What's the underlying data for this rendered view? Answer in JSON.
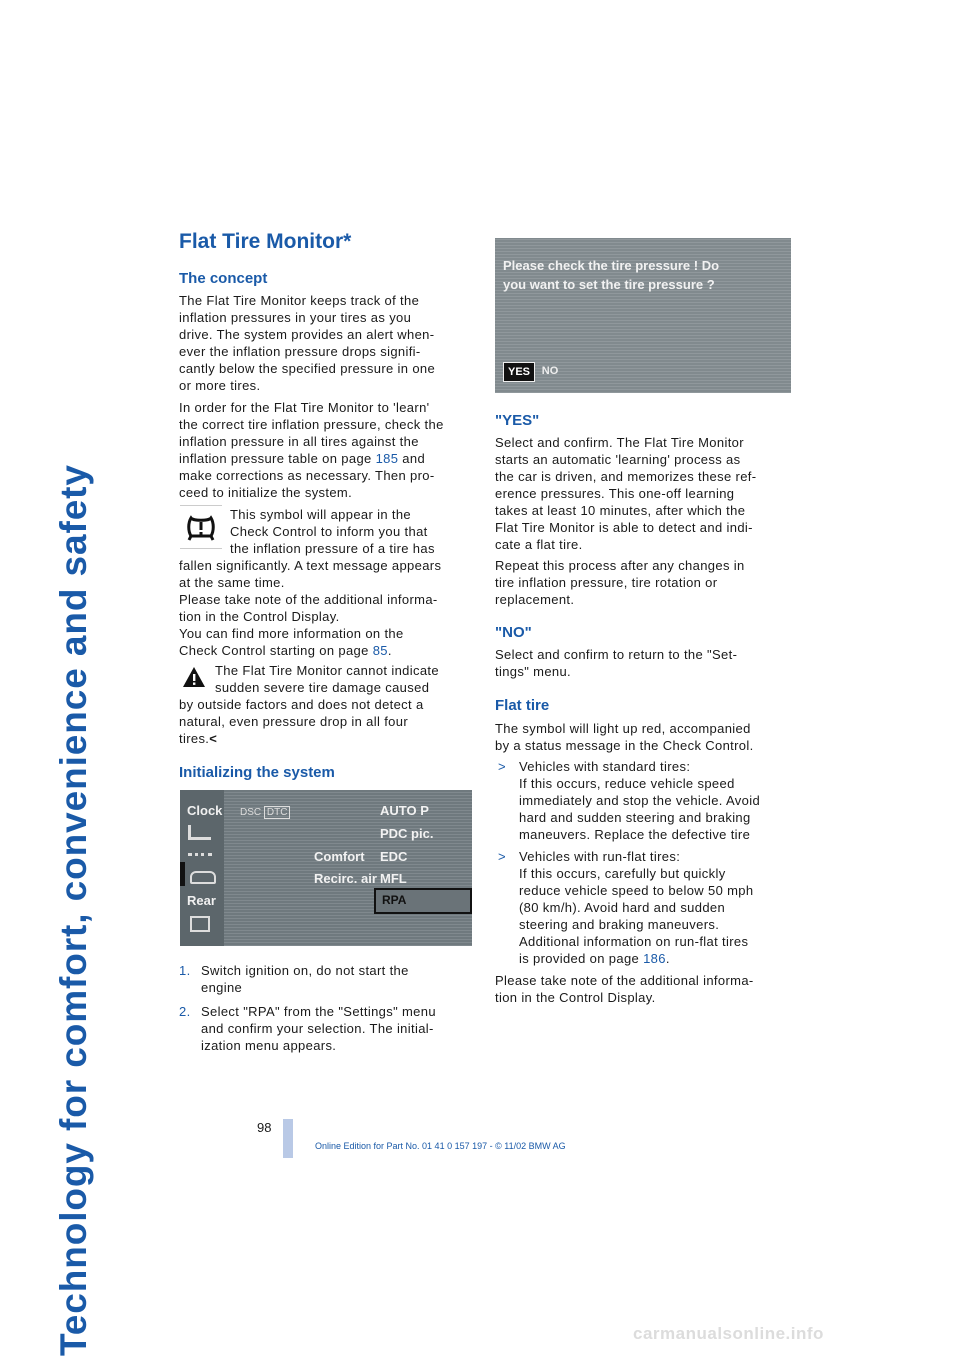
{
  "side_title": "Technology for comfort, convenience and safety",
  "heading": "Flat Tire Monitor*",
  "concept": {
    "title": "The concept",
    "p1": [
      "The Flat Tire Monitor keeps track of the",
      "inflation pressures in your tires as you",
      "drive. The system provides an alert when-",
      "ever the inflation pressure drops signifi-",
      "cantly below the specified pressure in one",
      "or more tires."
    ],
    "p2": [
      "In order for the Flat Tire Monitor to 'learn'",
      "the correct tire inflation pressure, check the",
      "inflation pressure in all tires against the"
    ],
    "p2_line4_pre": "inflation pressure table on page ",
    "p2_link": "185",
    "p2_line4_post": " and",
    "p2_tail": [
      "make corrections as necessary. Then pro-",
      "ceed to initialize the system."
    ],
    "symbol_text": [
      "This symbol will appear in the",
      "Check Control to inform you that",
      "the inflation pressure of a tire has"
    ],
    "symbol_tail": [
      "fallen significantly. A text message appears",
      "at the same time.",
      "Please take note of the additional informa-",
      "tion in the Control Display.",
      "You can find more information on the"
    ],
    "symbol_last_pre": "Check Control starting on page ",
    "symbol_link": "85",
    "symbol_last_post": ".",
    "warning_text": [
      "The Flat Tire Monitor cannot indicate",
      "sudden severe tire damage caused"
    ],
    "warning_tail": [
      "by outside factors and does not detect a",
      "natural, even pressure drop in all four"
    ],
    "warning_end": "tires.",
    "warning_mark": "<"
  },
  "init": {
    "title": "Initializing the system",
    "menu": {
      "left": [
        "Clock",
        "Rear"
      ],
      "tabs": [
        "DSC",
        "DTC"
      ],
      "right": [
        "AUTO P",
        "PDC pic.",
        "EDC",
        "MFL"
      ],
      "mid": [
        "Comfort",
        "Recirc. air"
      ],
      "selected": "RPA"
    },
    "steps": [
      {
        "num": "1.",
        "lines": [
          "Switch ignition on, do not start the",
          "engine"
        ]
      },
      {
        "num": "2.",
        "lines": [
          "Select \"RPA\" from the \"Settings\" menu",
          "and confirm your selection. The initial-",
          "ization menu appears."
        ]
      }
    ]
  },
  "dialog": {
    "line1": "Please check the tire pressure ! Do",
    "line2": "you want to set the tire pressure ?",
    "yes": "YES",
    "no": "NO"
  },
  "yes_section": {
    "title": "\"YES\"",
    "p1": [
      "Select and confirm. The Flat Tire Monitor",
      "starts an automatic 'learning' process as",
      "the car is driven, and memorizes these ref-",
      "erence pressures. This one-off learning",
      "takes at least 10 minutes, after which the",
      "Flat Tire Monitor is able to detect and indi-",
      "cate a flat tire."
    ],
    "p2": [
      "Repeat this process after any changes in",
      "tire inflation pressure, tire rotation or",
      "replacement."
    ]
  },
  "no_section": {
    "title": "\"NO\"",
    "p1": [
      "Select and confirm to return to the \"Set-",
      "tings\" menu."
    ]
  },
  "flat_tire": {
    "title": "Flat tire",
    "intro": [
      "The symbol will light up red, accompanied",
      "by a status message in the Check Control."
    ],
    "bullet_mark": ">",
    "b1": [
      "Vehicles with standard tires:",
      "If this occurs, reduce vehicle speed",
      "immediately and stop the vehicle. Avoid",
      "hard and sudden steering and braking",
      "maneuvers. Replace the defective tire"
    ],
    "b2": [
      "Vehicles with run-flat tires:",
      "If this occurs, carefully but quickly",
      "reduce vehicle speed to below 50 mph",
      "(80 km/h). Avoid hard and sudden",
      "steering and braking maneuvers.",
      "Additional information on run-flat tires"
    ],
    "b2_last_pre": "is provided on page ",
    "b2_link": "186",
    "b2_last_post": ".",
    "outro": [
      "Please take note of the additional informa-",
      "tion in the Control Display."
    ]
  },
  "page_number": "98",
  "footer": "Online Edition for Part No. 01 41 0 157 197 - © 11/02 BMW AG",
  "watermark": "carmanualsonline.info"
}
